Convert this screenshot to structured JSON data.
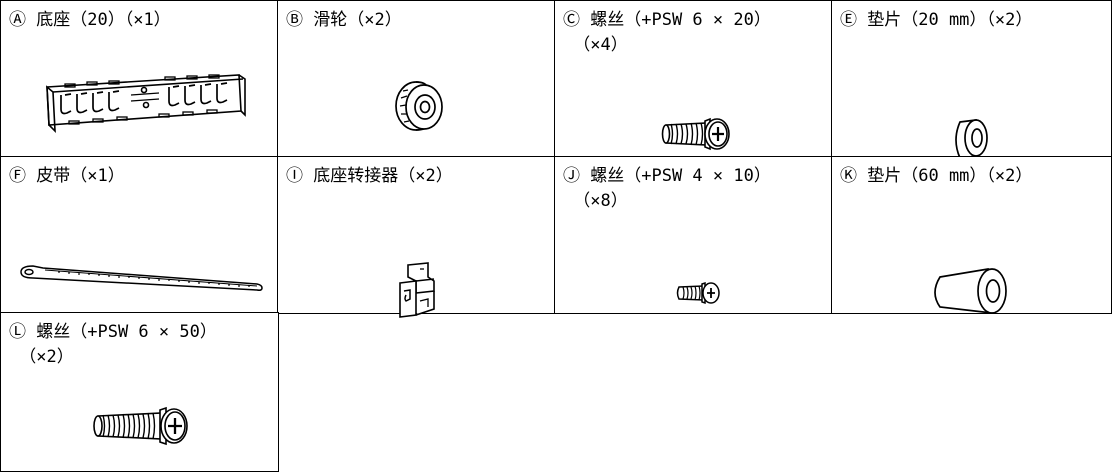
{
  "parts": [
    {
      "id": "A",
      "label": "Ⓐ 底座（20）（×1）",
      "icon": "base-bracket-icon"
    },
    {
      "id": "B",
      "label": "Ⓑ 滑轮（×2）",
      "icon": "pulley-icon"
    },
    {
      "id": "C",
      "label": "Ⓒ 螺丝（+PSW 6 × 20）\n （×4）",
      "icon": "screw-icon"
    },
    {
      "id": "E",
      "label": "Ⓔ 垫片（20 mm）（×2）",
      "icon": "spacer-short-icon"
    },
    {
      "id": "F",
      "label": "Ⓕ 皮带（×1）",
      "icon": "belt-icon"
    },
    {
      "id": "I",
      "label": "Ⓘ 底座转接器（×2）",
      "icon": "base-adapter-icon"
    },
    {
      "id": "J",
      "label": "Ⓙ 螺丝（+PSW 4 × 10）\n （×8）",
      "icon": "small-screw-icon"
    },
    {
      "id": "K",
      "label": "Ⓚ 垫片（60 mm）（×2）",
      "icon": "spacer-long-icon"
    },
    {
      "id": "L",
      "label": "Ⓛ 螺丝（+PSW 6 × 50）\n （×2）",
      "icon": "long-screw-icon"
    }
  ]
}
